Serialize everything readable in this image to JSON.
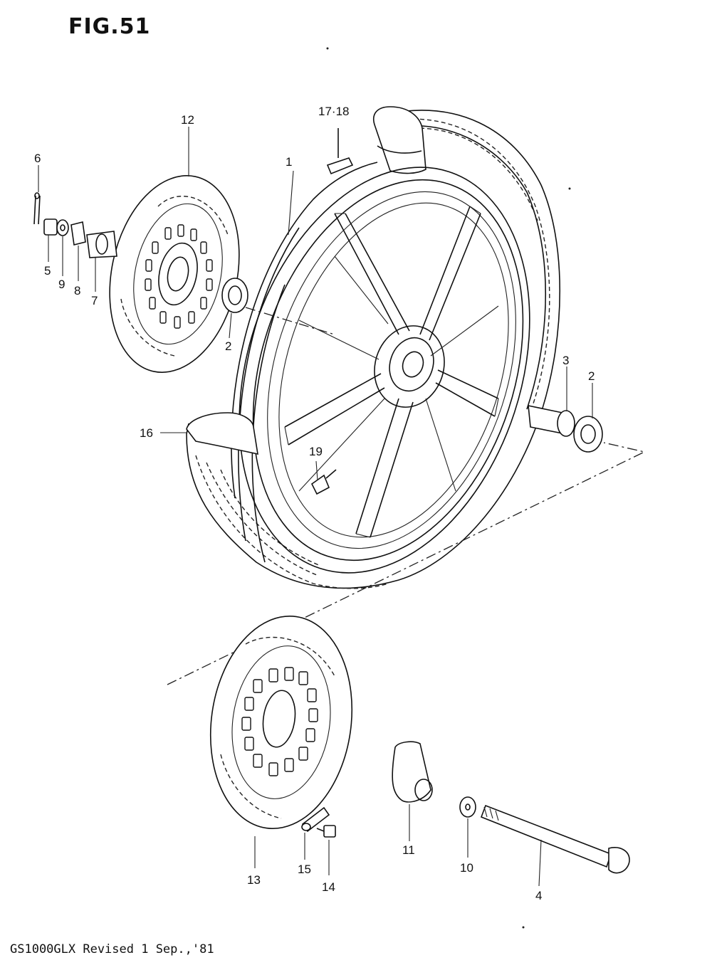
{
  "figure": {
    "title": "FIG.51",
    "footer": "GS1000GLX Revised 1 Sep.,'81"
  },
  "callouts": [
    {
      "id": "1",
      "label": "1"
    },
    {
      "id": "2a",
      "label": "2"
    },
    {
      "id": "2b",
      "label": "2"
    },
    {
      "id": "3",
      "label": "3"
    },
    {
      "id": "4",
      "label": "4"
    },
    {
      "id": "5",
      "label": "5"
    },
    {
      "id": "6",
      "label": "6"
    },
    {
      "id": "7",
      "label": "7"
    },
    {
      "id": "8",
      "label": "8"
    },
    {
      "id": "9",
      "label": "9"
    },
    {
      "id": "10",
      "label": "10"
    },
    {
      "id": "11",
      "label": "11"
    },
    {
      "id": "12",
      "label": "12"
    },
    {
      "id": "13",
      "label": "13"
    },
    {
      "id": "14",
      "label": "14"
    },
    {
      "id": "15",
      "label": "15"
    },
    {
      "id": "16",
      "label": "16"
    },
    {
      "id": "17-18",
      "label": "17·18"
    },
    {
      "id": "19",
      "label": "19"
    }
  ]
}
